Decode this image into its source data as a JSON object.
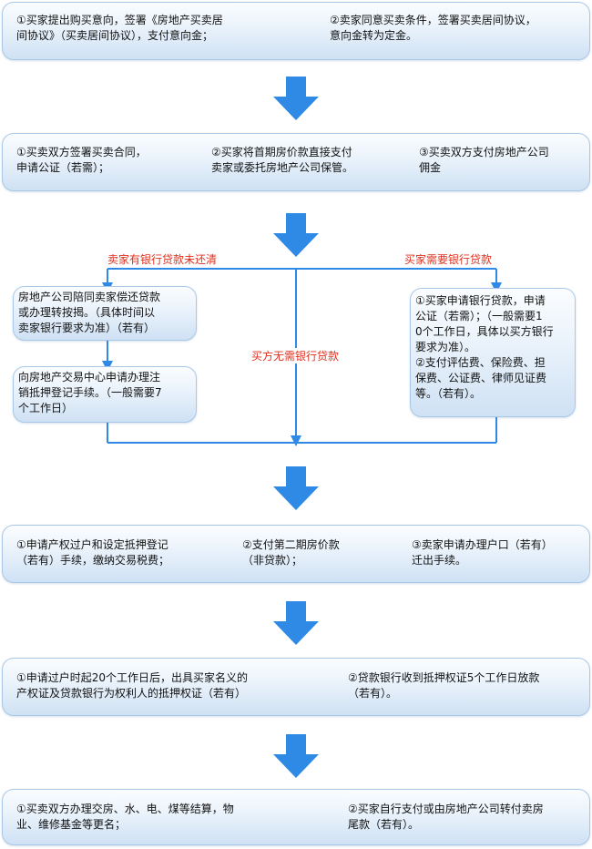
{
  "step1": {
    "a": "①买家提出购买意向，签署《房地产买卖居\n间协议》（买卖居间协议），支付意向金；",
    "b": "②卖家同意买卖条件，签署买卖居间协议，\n意向金转为定金。"
  },
  "step2": {
    "a": "①买卖双方签署买卖合同，\n申请公证（若需）；",
    "b": "②买家将首期房价款直接支付\n卖家或委托房地产公司保管。",
    "c": "③买卖双方支付房地产公司\n佣金"
  },
  "branch": {
    "left_label": "卖家有银行贷款未还清",
    "middle_label": "买方无需银行贷款",
    "right_label": "买家需要银行贷款",
    "left_box1": "房地产公司陪同卖家偿还贷款\n或办理转按揭。（具体时间以\n卖家银行要求为准）（若有）",
    "left_box2": "向房地产交易中心申请办理注\n销抵押登记手续。（一般需要7\n个工作日）",
    "right_box": "①买家申请银行贷款，申请\n公证（若需）；（一般需要1\n0个工作日，具体以买方银行\n要求为准）。\n②支付评估费、保险费、担\n保费、公证费、律师见证费\n等。（若有）。"
  },
  "step3": {
    "a": "①申请产权过户和设定抵押登记\n（若有）手续，缴纳交易税费；",
    "b": "②支付第二期房价款\n（非贷款）；",
    "c": "③卖家申请办理户口（若有）\n迁出手续。"
  },
  "step4": {
    "a": "①申请过户时起20个工作日后，出具买家名义的\n产权证及贷款银行为权利人的抵押权证（若有）",
    "b": "②贷款银行收到抵押权证5个工作日放款\n（若有）。"
  },
  "step5": {
    "a": "①买卖双方办理交房、水、电、煤等结算，物\n业、维修基金等更名；",
    "b": "②买家自行支付或由房地产公司转付卖房\n尾款（若有）。"
  },
  "colors": {
    "arrow": "#2f8ae6",
    "line": "#2f8ae6",
    "label": "#e0301e"
  }
}
